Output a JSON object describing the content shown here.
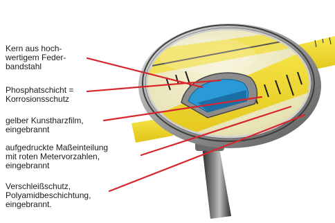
{
  "labels": [
    "Kern aus hoch-\nwertigem Feder-\nbandstahl",
    "Phosphatschicht =\nKorrosionsschutz",
    "gelber Kunstharzfilm,\neingebrannt",
    "aufgedruckte Maßeinteilung\nmit roten Metervorzahlen,\neingebrannt",
    "Verschleißschutz,\nPolyamidbeschichtung,\neingebrannt."
  ],
  "colors": {
    "leader_lines": "#d8242b",
    "tape_yellow": "#f3dd2f",
    "steel_blue": "#2a9ad6",
    "phosphate_gray": "#8c8c8c",
    "lens_rim": "#9a9a9a"
  }
}
